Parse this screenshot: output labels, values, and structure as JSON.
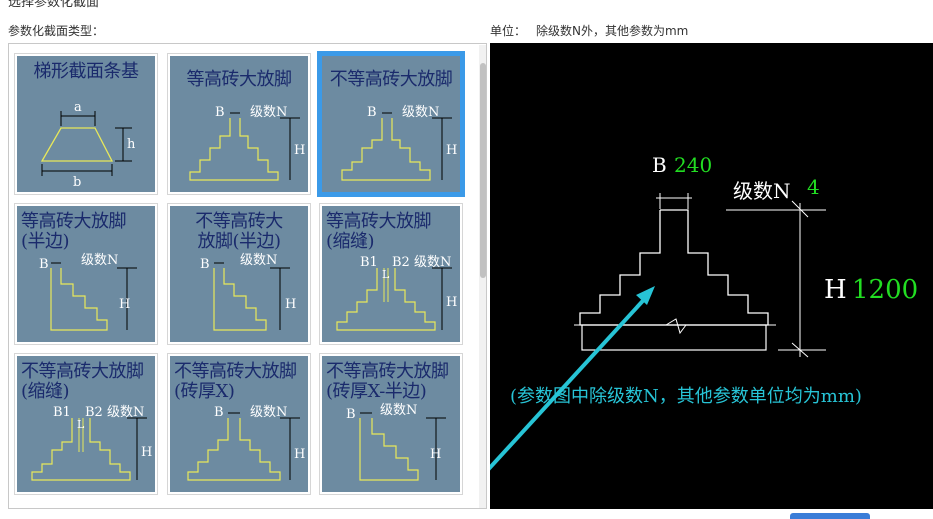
{
  "header": {
    "cut_title": "选择参数化截面",
    "section_type_label": "参数化截面类型：",
    "unit_label": "单位：",
    "unit_value": "除级数N外，其他参数为mm"
  },
  "tiles": [
    {
      "title": "梯形截面条基",
      "a": "a",
      "b": "b",
      "h": "h"
    },
    {
      "title": "等高砖大放脚",
      "B": "B",
      "N": "级数N",
      "H": "H"
    },
    {
      "title": "不等高砖大放脚",
      "B": "B",
      "N": "级数N",
      "H": "H",
      "selected": true
    },
    {
      "title": "等高砖大放脚(半边)",
      "B": "B",
      "N": "级数N",
      "H": "H"
    },
    {
      "title": "不等高砖大放脚(半边)",
      "B": "B",
      "N": "级数N",
      "H": "H"
    },
    {
      "title": "等高砖大放脚(缩缝)",
      "B1": "B1",
      "B2": "B2",
      "L": "L",
      "N": "级数N",
      "H": "H"
    },
    {
      "title": "不等高砖大放脚(缩缝)",
      "B1": "B1",
      "B2": "B2",
      "L": "L",
      "N": "级数N",
      "H": "H"
    },
    {
      "title": "不等高砖大放脚(砖厚X)",
      "B": "B",
      "N": "级数N",
      "H": "H"
    },
    {
      "title": "不等高砖大放脚(砖厚X-半边)",
      "B": "B",
      "N": "级数N",
      "H": "H"
    }
  ],
  "tile_title_lines": [
    [
      "梯形截面条基"
    ],
    [
      "等高砖大放脚"
    ],
    [
      "不等高砖大放脚"
    ],
    [
      "等高砖大放脚",
      "(半边)"
    ],
    [
      "不等高砖大",
      "放脚(半边)"
    ],
    [
      "等高砖大放脚",
      "(缩缝)"
    ],
    [
      "不等高砖大放脚",
      "(缩缝)"
    ],
    [
      "不等高砖大放脚",
      "(砖厚X)"
    ],
    [
      "不等高砖大放脚",
      "(砖厚X-半边)"
    ]
  ],
  "preview": {
    "b_label": "B",
    "b_value": "240",
    "n_label": "级数N",
    "n_value": "4",
    "h_label": "H",
    "h_value": "1200",
    "note": "(参数图中除级数N，其他参数单位均为mm)"
  },
  "colors": {
    "tile_bg": "#6d8ba1",
    "tile_title": "#1a2a6c",
    "drawing_line": "#e8e85a",
    "selected_border": "#3b9ae8",
    "value_green": "#22dd22",
    "annotation_cyan": "#27c4d6"
  }
}
